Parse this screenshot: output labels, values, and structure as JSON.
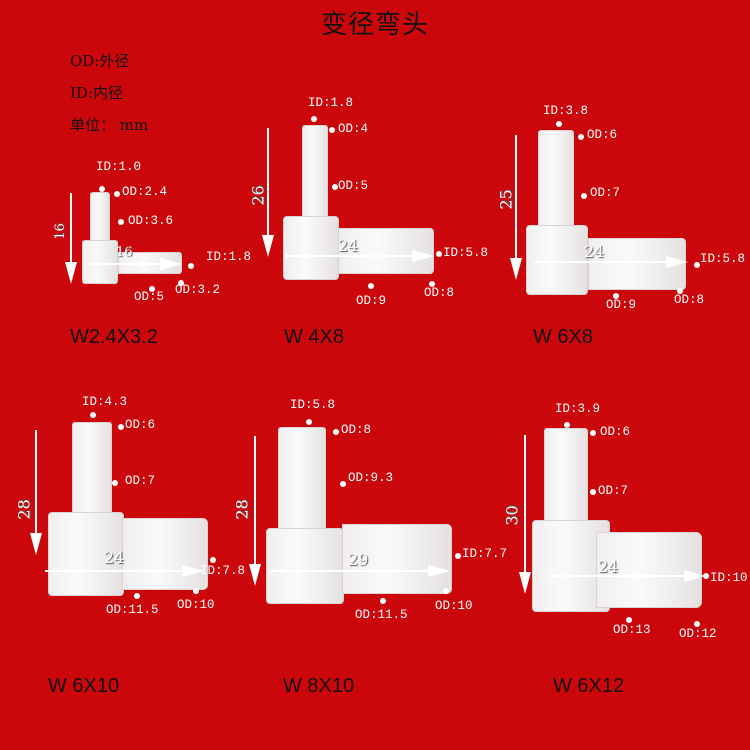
{
  "title": "变径弯头",
  "legend": {
    "od": "OD:外径",
    "id": "ID:内径",
    "unit": "单位： mm"
  },
  "colors": {
    "background": "#cc070c",
    "text": "#111111",
    "annotation": "#ffffff",
    "part": "#f4f2f2"
  },
  "fittings": [
    {
      "model": "W2.4X3.2",
      "height_dim": "16",
      "length_dim": "16",
      "labels": {
        "top_id": "ID:1.0",
        "top_od1": "OD:2.4",
        "top_od2": "OD:3.6",
        "side_id": "ID:1.8",
        "bottom_od1": "OD:5",
        "bottom_od2": "OD:3.2"
      }
    },
    {
      "model": "W 4X8",
      "height_dim": "26",
      "length_dim": "24",
      "labels": {
        "top_id": "ID:1.8",
        "top_od1": "OD:4",
        "top_od2": "OD:5",
        "side_id": "ID:5.8",
        "bottom_od1": "OD:9",
        "bottom_od2": "OD:8"
      }
    },
    {
      "model": "W 6X8",
      "height_dim": "25",
      "length_dim": "24",
      "labels": {
        "top_id": "ID:3.8",
        "top_od1": "OD:6",
        "top_od2": "OD:7",
        "side_id": "ID:5.8",
        "bottom_od1": "OD:9",
        "bottom_od2": "OD:8"
      }
    },
    {
      "model": "W 6X10",
      "height_dim": "28",
      "length_dim": "24",
      "labels": {
        "top_id": "ID:4.3",
        "top_od1": "OD:6",
        "top_od2": "OD:7",
        "side_id": "ID:7.8",
        "bottom_od1": "OD:11.5",
        "bottom_od2": "OD:10"
      }
    },
    {
      "model": "W 8X10",
      "height_dim": "28",
      "length_dim": "29",
      "labels": {
        "top_id": "ID:5.8",
        "top_od1": "OD:8",
        "top_od2": "OD:9.3",
        "side_id": "ID:7.7",
        "bottom_od1": "OD:11.5",
        "bottom_od2": "OD:10"
      }
    },
    {
      "model": "W 6X12",
      "height_dim": "30",
      "length_dim": "24",
      "labels": {
        "top_id": "ID:3.9",
        "top_od1": "OD:6",
        "top_od2": "OD:7",
        "side_id": "ID:10",
        "bottom_od1": "OD:13",
        "bottom_od2": "OD:12"
      }
    }
  ]
}
